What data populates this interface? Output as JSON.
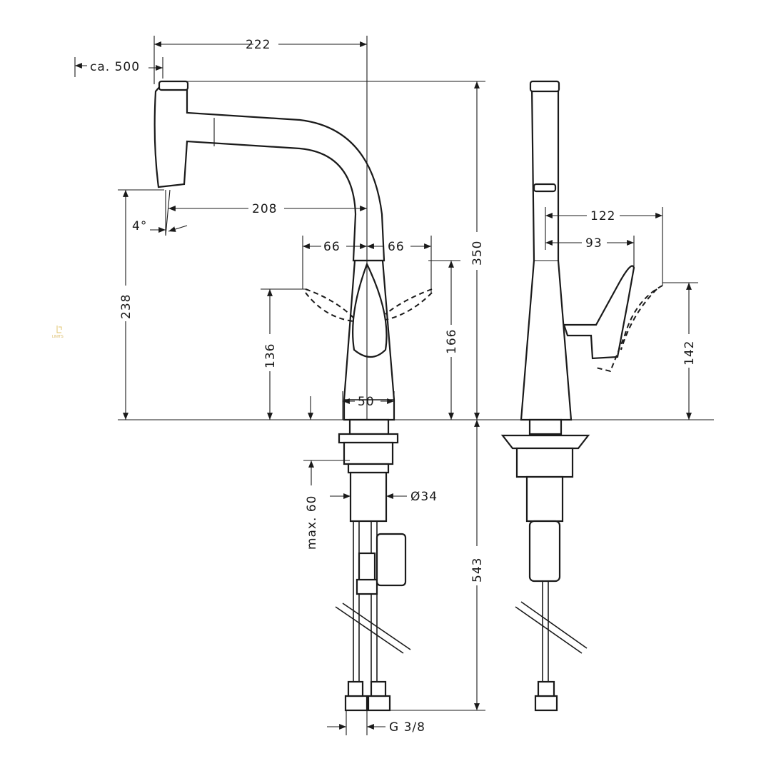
{
  "title": "Kitchen faucet dimension drawing",
  "watermark": "LINH'S",
  "dimensions": {
    "spout_reach": "222",
    "pull_out": "ca. 500",
    "aerator_reach": "208",
    "spray_angle": "4°",
    "handle_left": "66",
    "handle_right": "66",
    "total_height": "350",
    "aerator_height": "238",
    "handle_height_left": "136",
    "handle_height_right": "166",
    "base_diameter": "50",
    "side_reach_outer": "122",
    "side_reach_inner": "93",
    "side_handle_height": "142",
    "max_deck_thickness": "max. 60",
    "shank_diameter": "Ø34",
    "hose_length": "543",
    "connection_thread": "G 3/8"
  }
}
